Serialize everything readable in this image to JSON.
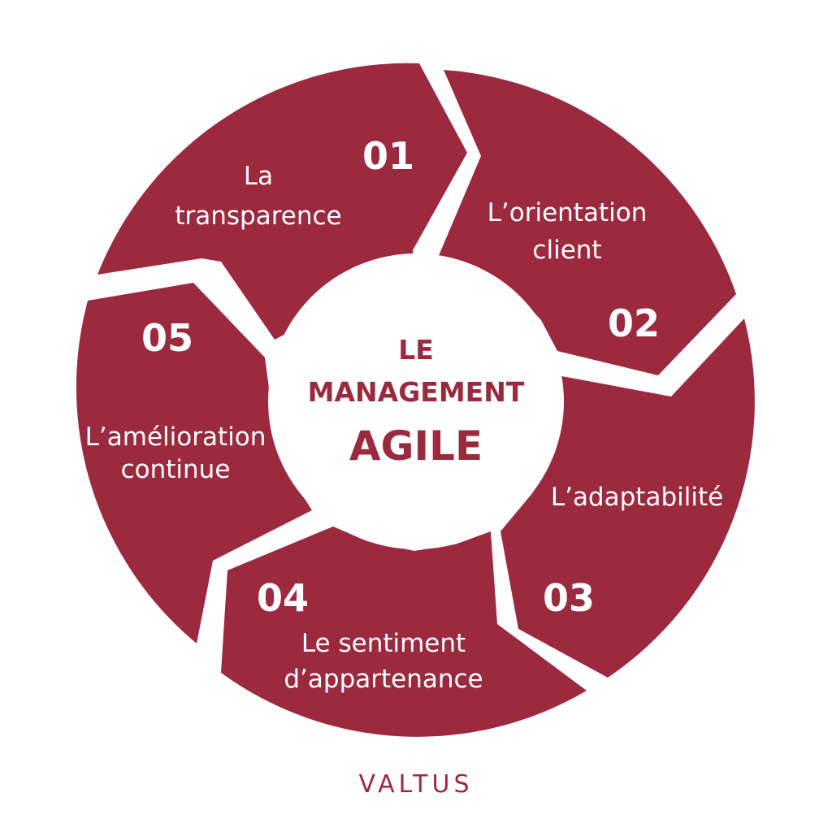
{
  "colors": {
    "brand": "#9c2a3f",
    "background": "#ffffff",
    "segment_text": "#ffffff"
  },
  "center": {
    "line1": "LE",
    "line2": "MANAGEMENT",
    "line3": "AGILE"
  },
  "segments": [
    {
      "number": "01",
      "label_lines": [
        "La",
        "transparence"
      ]
    },
    {
      "number": "02",
      "label_lines": [
        "L’orientation",
        "client"
      ]
    },
    {
      "number": "03",
      "label_lines": [
        "L’adaptabilité"
      ]
    },
    {
      "number": "04",
      "label_lines": [
        "Le sentiment",
        "d’appartenance"
      ]
    },
    {
      "number": "05",
      "label_lines": [
        "L’amélioration",
        "continue"
      ]
    }
  ],
  "brand": {
    "logo_text": "VALTUS"
  }
}
